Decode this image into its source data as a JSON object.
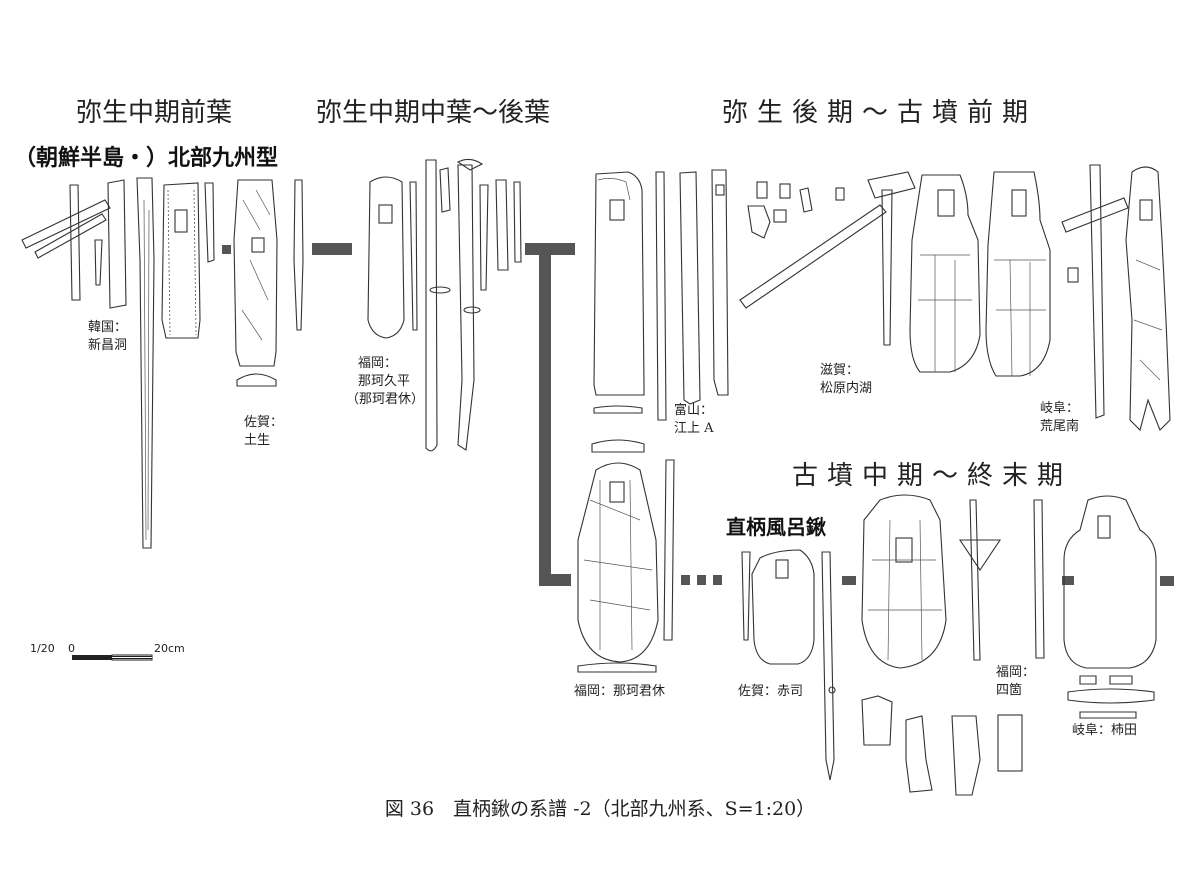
{
  "periods": {
    "p1": "弥生中期前葉",
    "p2": "弥生中期中葉～後葉",
    "p3": "弥生後期～古墳前期",
    "p4": "古墳中期～終末期"
  },
  "groups": {
    "g1": "（朝鮮半島・）北部九州型",
    "g2": "直柄風呂鍬"
  },
  "sites": [
    {
      "pref": "韓国：",
      "name": "新昌洞"
    },
    {
      "pref": "佐賀：",
      "name": "土生"
    },
    {
      "pref": "福岡：",
      "name": "那珂久平",
      "extra": "（那珂君休）"
    },
    {
      "pref": "富山：",
      "name": "江上 A"
    },
    {
      "pref": "滋賀：",
      "name": "松原内湖"
    },
    {
      "pref": "岐阜：",
      "name": "荒尾南"
    },
    {
      "pref": "福岡：那珂君休"
    },
    {
      "pref": "佐賀：赤司"
    },
    {
      "pref": "福岡：",
      "name": "四箇"
    },
    {
      "pref": "岐阜：柿田"
    }
  ],
  "scale": {
    "ratio": "1/20",
    "zero": "0",
    "end": "20cm"
  },
  "caption": "図 36　直柄鍬の系譜 -2（北部九州系、S=1:20）"
}
